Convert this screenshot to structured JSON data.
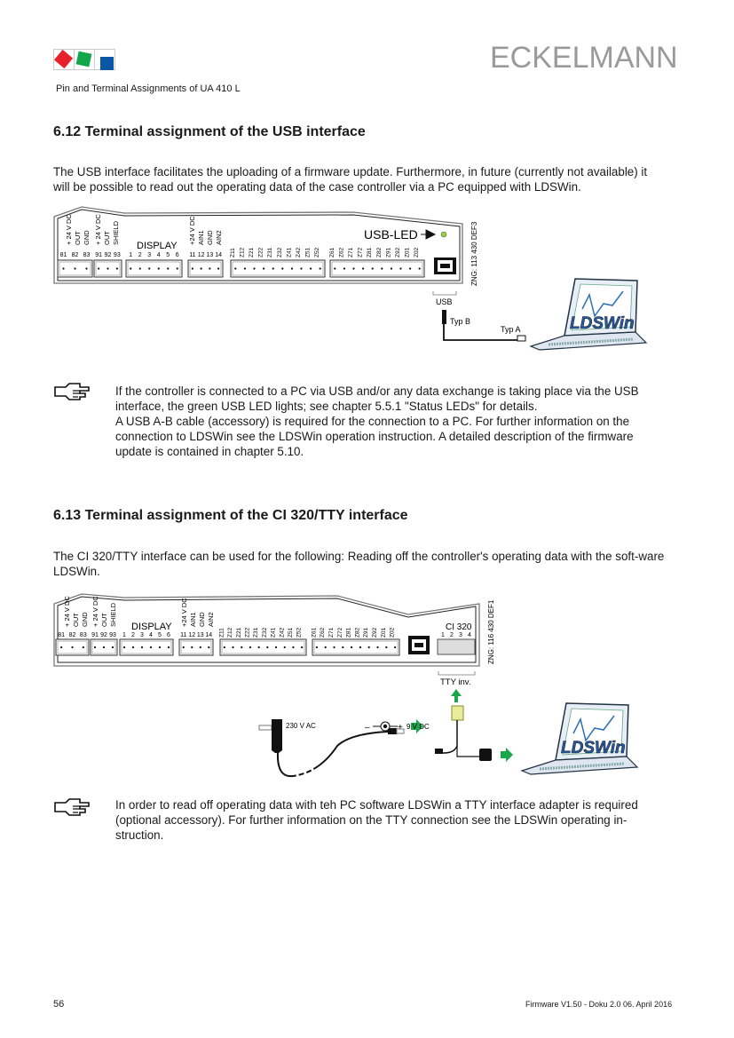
{
  "header": {
    "logo_colors": [
      "#e8202a",
      "#10a64a",
      "#0a57a8"
    ],
    "brand": "ECKELMANN",
    "subtitle": "Pin and Terminal Assignments of UA 410 L"
  },
  "section1": {
    "title": "6.12  Terminal assignment of the USB interface",
    "intro": "The USB interface facilitates the uploading of a firmware update. Furthermore, in future (currently not available) it will be possible to read out the operating data of the case controller via a PC equipped with LDSWin.",
    "diagram": {
      "vertical_labels": [
        "+ 24 V DC",
        "OUT",
        "GND",
        "+ 24 V DC",
        "OUT",
        "SHIELD",
        "+24 V DC",
        "AIN1",
        "GND",
        "AIN2"
      ],
      "display_label": "DISPLAY",
      "terminal_numbers": [
        "81",
        "82",
        "83",
        "91",
        "92",
        "93",
        "1",
        "2",
        "3",
        "4",
        "5",
        "6",
        "11",
        "12",
        "13",
        "14"
      ],
      "z_labels": [
        "Z11",
        "Z12",
        "Z21",
        "Z22",
        "Z31",
        "Z32",
        "Z41",
        "Z42",
        "Z51",
        "Z52",
        "Z61",
        "Z62",
        "Z71",
        "Z72",
        "Z81",
        "Z82",
        "Z91",
        "Z92",
        "Z01",
        "Z02"
      ],
      "usb_led_label": "USB-LED",
      "usb_label": "USB",
      "typ_b": "Typ B",
      "typ_a": "Typ A",
      "software": "LDSWin",
      "drawing_number": "ZNG: 113 430 DEF3",
      "led_color": "#9ccc3c"
    },
    "note": [
      "If the controller is connected to a PC via USB and/or any data exchange is taking place via the USB interface, the green USB LED lights; see chapter 5.5.1 \"Status LEDs\" for details.",
      "A USB A-B cable (accessory) is required for the connection to a PC. For further information on the connection to LDSWin see the LDSWin operation instruction. A detailed description of the firmware update is contained in chapter 5.10."
    ]
  },
  "section2": {
    "title": "6.13  Terminal assignment of the CI 320/TTY interface",
    "intro": "The CI 320/TTY interface can be used for the following: Reading off the controller's operating data with the soft-ware LDSWin.",
    "diagram": {
      "ci_label": "CI 320",
      "ci_numbers": [
        "1",
        "2",
        "3",
        "4"
      ],
      "tty_label": "TTY inv.",
      "ac_label": "230 V AC",
      "dc_minus": "–",
      "dc_plus": "+",
      "dc_label": "9 V DC",
      "software": "LDSWin",
      "drawing_number": "ZNG: 116 430 DEF1",
      "arrow_color": "#1aa64a"
    },
    "note": "In order to read off operating data with teh PC software LDSWin a TTY interface adapter is required (optional accessory). For further information on the TTY connection see the LDSWin operating in-struction."
  },
  "footer": {
    "page_number": "56",
    "info": "Firmware V1.50 - Doku 2.0   06. April 2016"
  }
}
